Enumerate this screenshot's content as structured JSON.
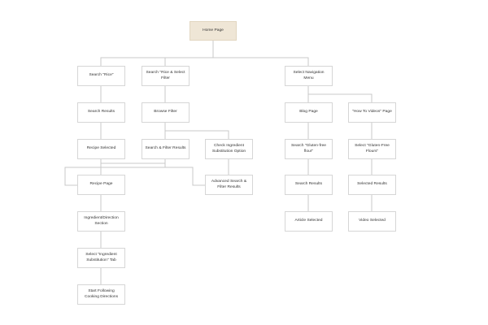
{
  "colors": {
    "root_fill": "#efe6d6",
    "node_border": "#d6d6d6",
    "edge": "#c8c8c8",
    "text": "#333333"
  },
  "nodes": {
    "home": "Home Page",
    "search_rice": "Search \"Rice\"",
    "search_rice_filter": "Search \"Rice & Select Filter",
    "select_nav_menu": "Select Navigation Menu",
    "search_results": "Search Results",
    "browse_filter": "Browse Filter",
    "blog_page": "Blog Page",
    "how_to_videos_page": "\"How To Videos\" Page",
    "recipe_selected": "Recipe Selected",
    "search_filter_results": "Search & Filter Results",
    "check_substitution": "Check Ingredient Substitution Option",
    "search_gluten_free_flour": "Search \"Gluten-free flour\"",
    "select_gluten_free_flours": "Select \"Gluten-Free Flours\"",
    "recipe_page": "Recipe Page",
    "advanced_search_results": "Advanced Search & Filter Results",
    "blog_search_results": "Search Results",
    "selected_results": "Selected Results",
    "ingredient_direction_section": "Ingredient/Direction Section",
    "article_selected": "Article Selected",
    "video_selected": "Video Selected",
    "select_substitution_tab": "Select \"Ingredient Substitution\" Tab",
    "start_cooking": "Start Following Cooking Directions"
  }
}
